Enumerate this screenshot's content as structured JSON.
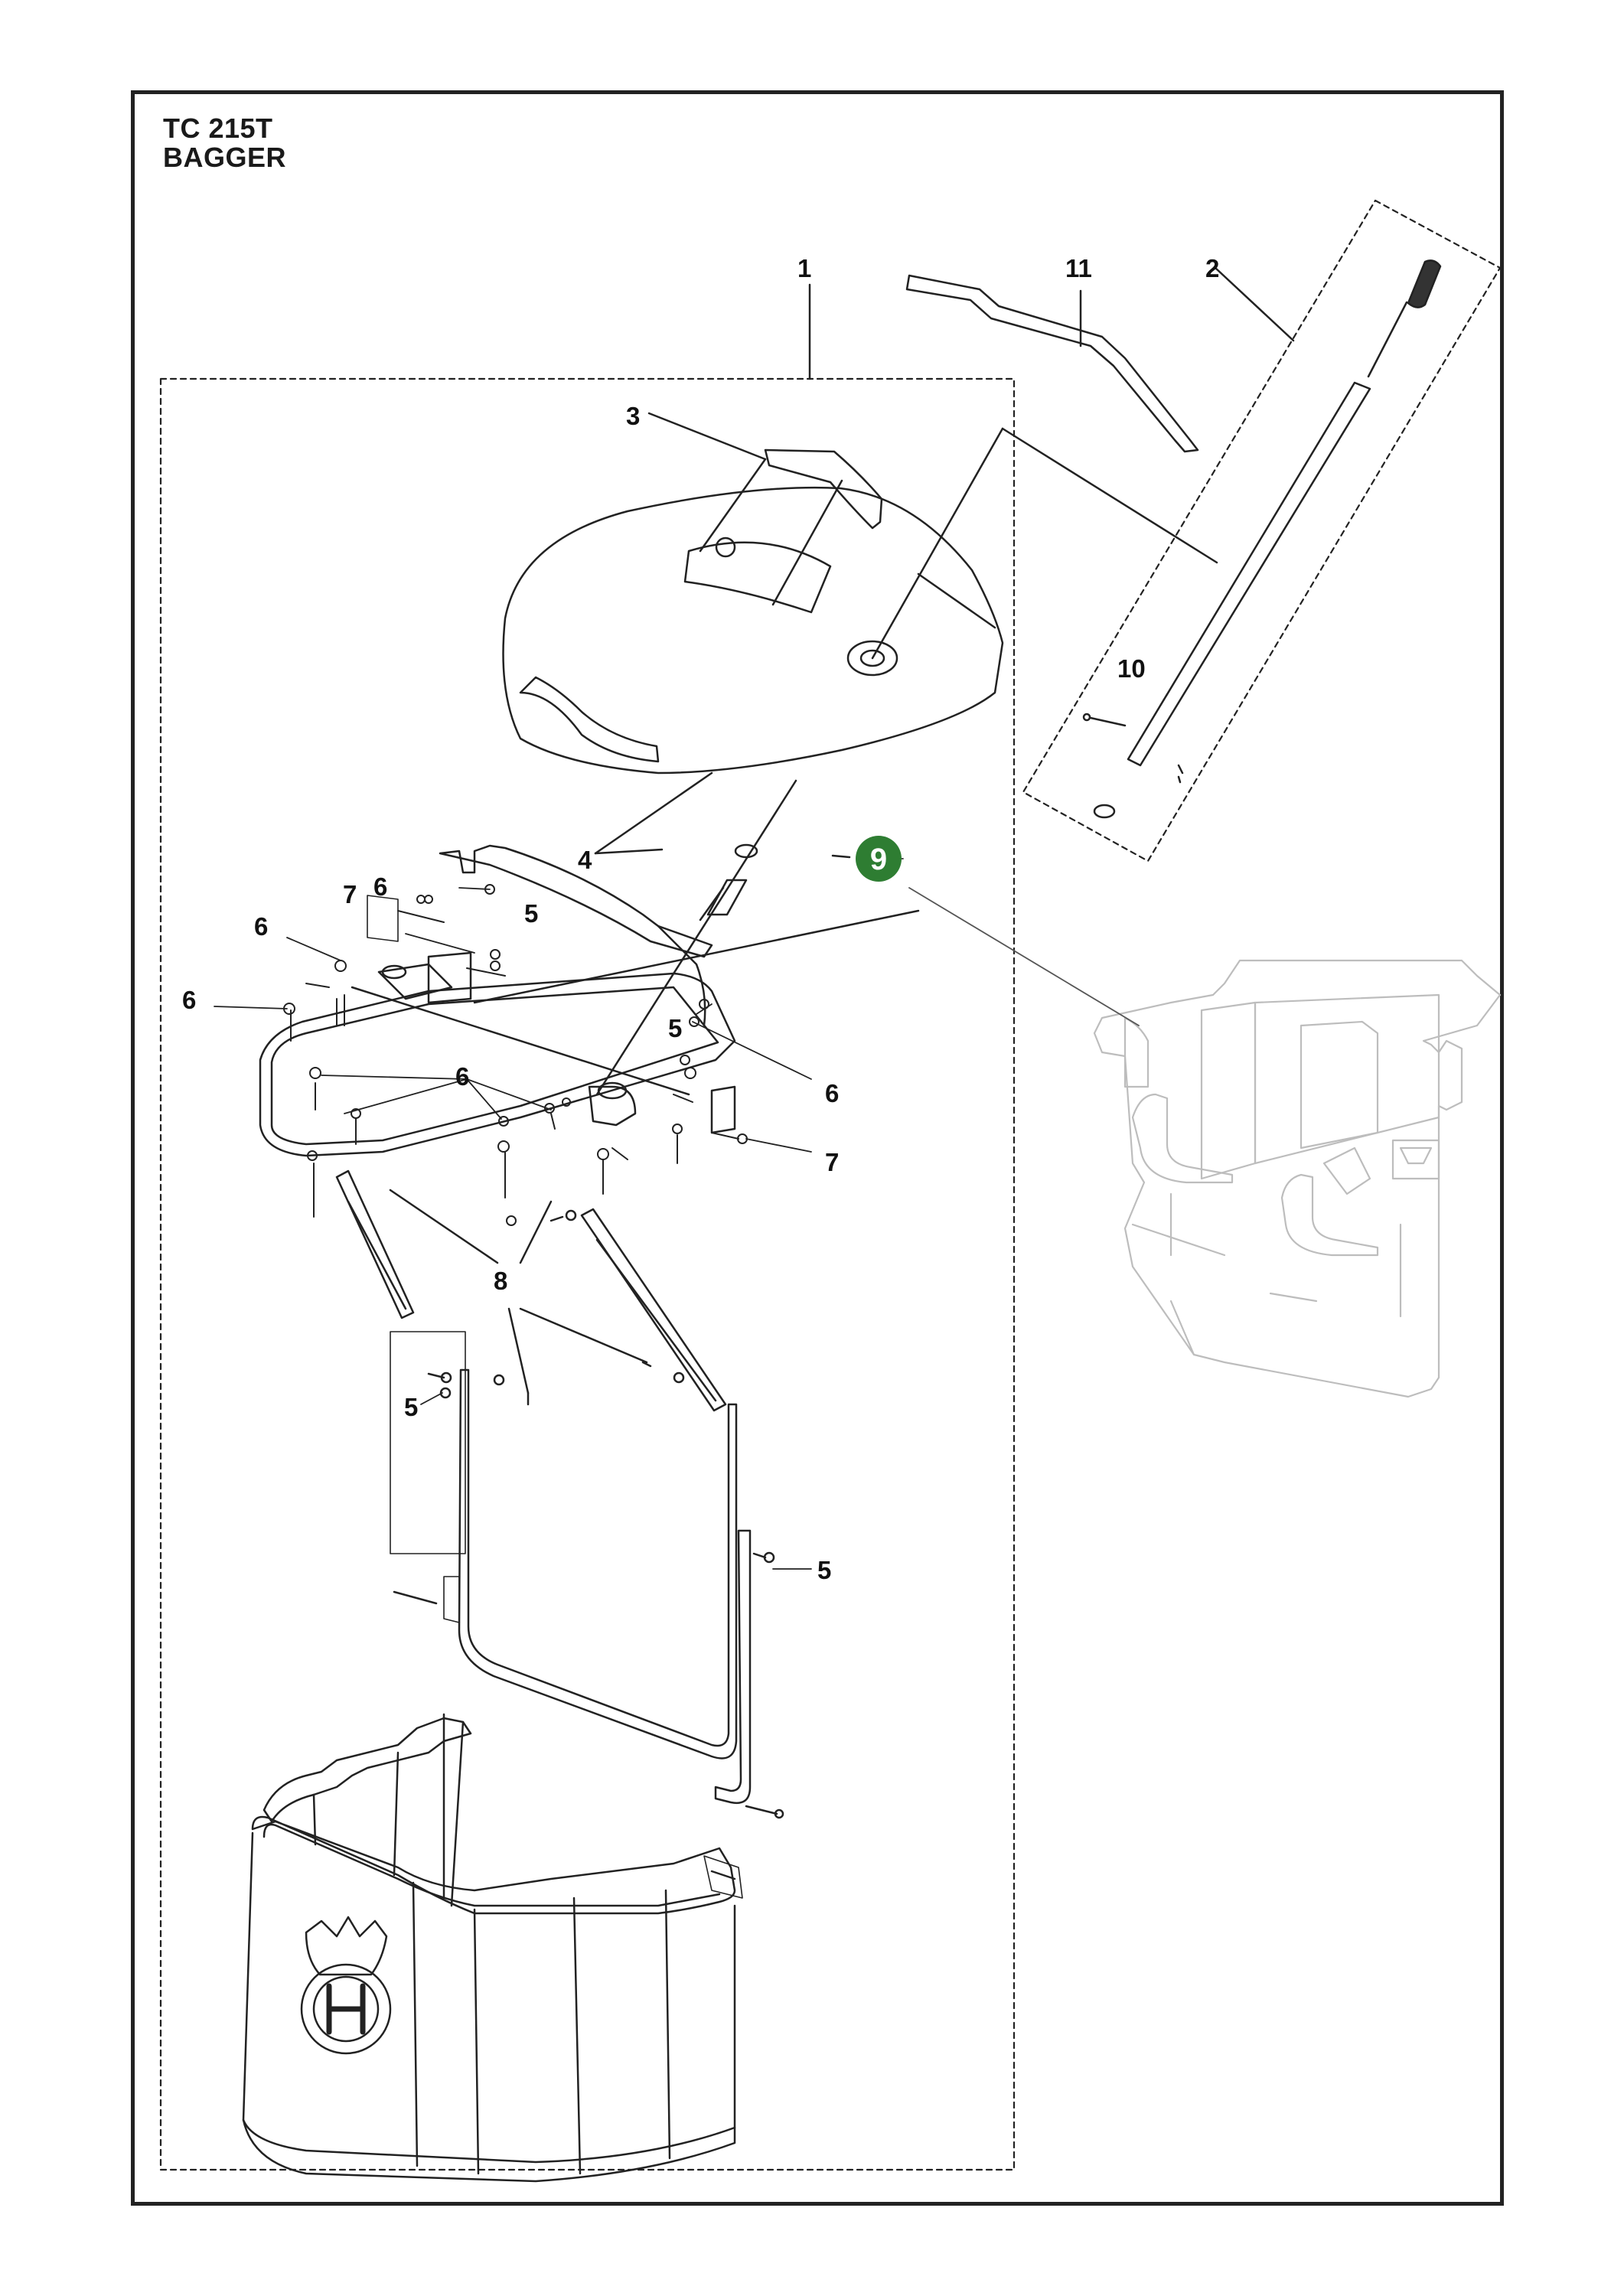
{
  "header": {
    "model": "TC 215T",
    "assembly": "BAGGER"
  },
  "callouts": {
    "c1": "1",
    "c2": "2",
    "c3": "3",
    "c4": "4",
    "c5": "5",
    "c6": "6",
    "c7": "7",
    "c8": "8",
    "c9": "9",
    "c10": "10",
    "c11": "11"
  },
  "colors": {
    "highlight": "#2e7d32",
    "line": "#222222",
    "ghost": "#c8c8c8"
  },
  "icons": {
    "logo": "husqvarna-crown-logo"
  }
}
